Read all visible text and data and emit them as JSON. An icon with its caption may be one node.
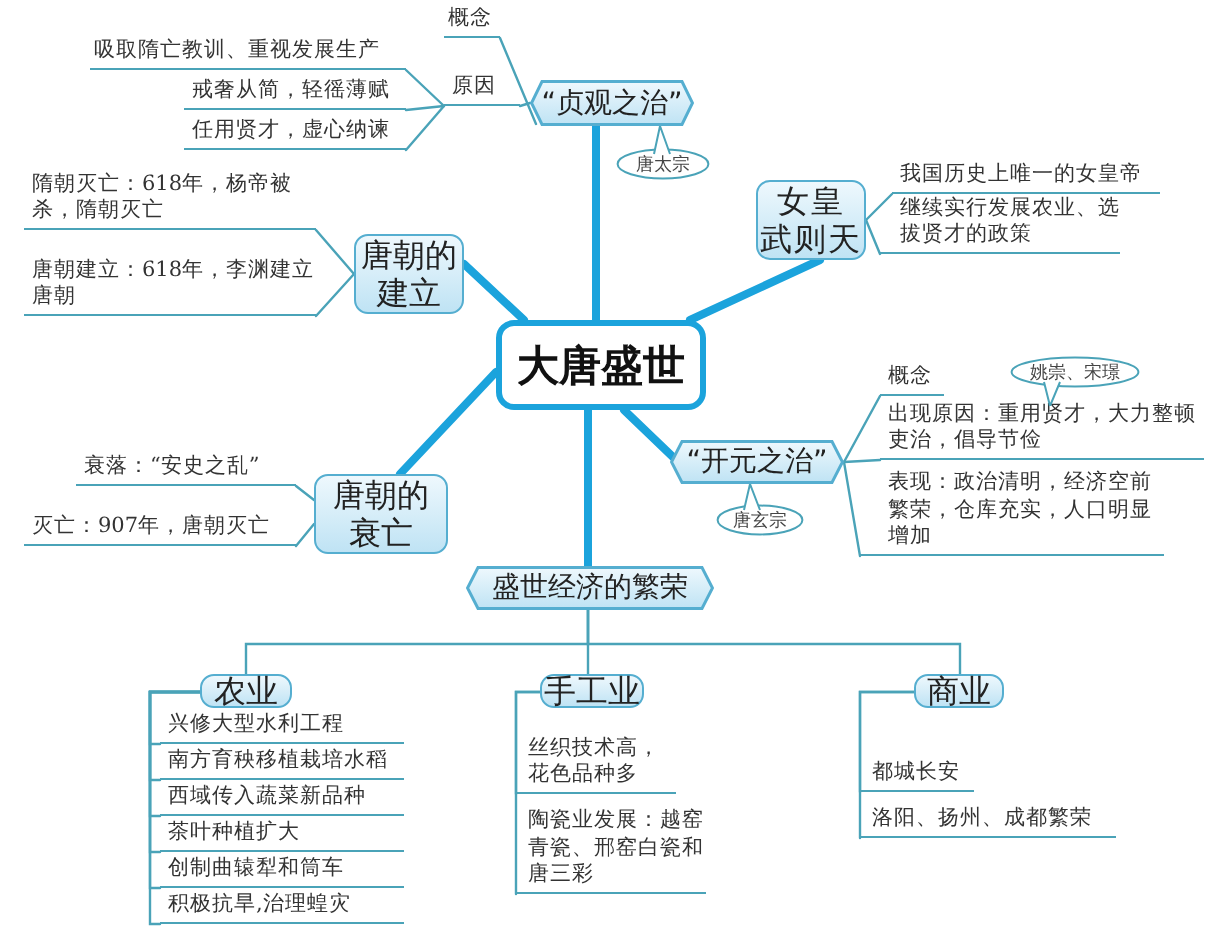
{
  "diagram": {
    "nodes": [
      {
        "text": [
          "大唐盛世"
        ]
      },
      {
        "text": [
          "“贞观之治”"
        ],
        "beside": [
          "唐太宗"
        ]
      },
      {
        "text": [
          "概念"
        ]
      },
      {
        "text": [
          "原因"
        ]
      },
      {
        "text": [
          "吸取隋亡教训、重视发展生产"
        ]
      },
      {
        "text": [
          "戒奢从简，轻徭薄赋"
        ]
      },
      {
        "text": [
          "任用贤才，虚心纳谏"
        ]
      },
      {
        "text": [
          "唐朝的建立"
        ]
      },
      {
        "text": [
          "隋朝灭亡：618年，杨帝被杀，隋朝灭亡"
        ]
      },
      {
        "text": [
          "唐朝建立：618年，李渊建立唐朝"
        ]
      },
      {
        "text": [
          "女皇武则天"
        ]
      },
      {
        "text": [
          "我国历史上唯一的女皇帝"
        ]
      },
      {
        "text": [
          "继续实行发展农业、选拔贤才的政策"
        ]
      },
      {
        "text": [
          "“开元之治”"
        ],
        "beside": [
          "唐玄宗"
        ]
      },
      {
        "text": [
          "概念"
        ]
      },
      {
        "text": [
          "出现原因：重用贤才，大力整顿吏治，倡导节俭"
        ],
        "beside": [
          "姚崇、宋璟"
        ]
      },
      {
        "text": [
          "表现：政治清明，经济空前繁荣，仓库充实，人口明显增加"
        ]
      },
      {
        "text": [
          "唐朝的衰亡"
        ]
      },
      {
        "text": [
          "衰落：“安史之乱”"
        ]
      },
      {
        "text": [
          "灭亡：907年，唐朝灭亡"
        ]
      },
      {
        "text": [
          "盛世经济的繁荣"
        ]
      },
      {
        "text": [
          "农业"
        ]
      },
      {
        "text": [
          "兴修大型水利工程"
        ]
      },
      {
        "text": [
          "南方育秧移植栽培水稻"
        ]
      },
      {
        "text": [
          "西域传入蔬菜新品种"
        ]
      },
      {
        "text": [
          "茶叶种植扩大"
        ]
      },
      {
        "text": [
          "创制曲辕犁和筒车"
        ]
      },
      {
        "text": [
          "积极抗旱,治理蝗灾"
        ]
      },
      {
        "text": [
          "手工业"
        ]
      },
      {
        "text": [
          "丝织技术高，花色品种多"
        ]
      },
      {
        "text": [
          "陶瓷业发展：越窑青瓷、邢窑白瓷和唐三彩"
        ]
      },
      {
        "text": [
          "商业"
        ]
      },
      {
        "text": [
          "都城长安"
        ]
      },
      {
        "text": [
          "洛阳、扬州、成都繁荣"
        ]
      }
    ],
    "edges": [
      {
        "from": 0,
        "to": 1,
        "arrow": "none",
        "style": "thick"
      },
      {
        "from": 0,
        "to": 7,
        "arrow": "none",
        "style": "thick"
      },
      {
        "from": 0,
        "to": 10,
        "arrow": "none",
        "style": "thick"
      },
      {
        "from": 0,
        "to": 13,
        "arrow": "none",
        "style": "thick"
      },
      {
        "from": 0,
        "to": 17,
        "arrow": "none",
        "style": "thick"
      },
      {
        "from": 0,
        "to": 20,
        "arrow": "none",
        "style": "thick"
      },
      {
        "from": 1,
        "to": 2,
        "arrow": "none"
      },
      {
        "from": 1,
        "to": 3,
        "arrow": "none"
      },
      {
        "from": 3,
        "to": 4,
        "arrow": "none"
      },
      {
        "from": 3,
        "to": 5,
        "arrow": "none"
      },
      {
        "from": 3,
        "to": 6,
        "arrow": "none"
      },
      {
        "from": 7,
        "to": 8,
        "arrow": "none"
      },
      {
        "from": 7,
        "to": 9,
        "arrow": "none"
      },
      {
        "from": 10,
        "to": 11,
        "arrow": "none"
      },
      {
        "from": 10,
        "to": 12,
        "arrow": "none"
      },
      {
        "from": 13,
        "to": 14,
        "arrow": "none"
      },
      {
        "from": 13,
        "to": 15,
        "arrow": "none"
      },
      {
        "from": 13,
        "to": 16,
        "arrow": "none"
      },
      {
        "from": 17,
        "to": 18,
        "arrow": "none"
      },
      {
        "from": 17,
        "to": 19,
        "arrow": "none"
      },
      {
        "from": 20,
        "to": 21,
        "arrow": "none"
      },
      {
        "from": 20,
        "to": 28,
        "arrow": "none"
      },
      {
        "from": 20,
        "to": 31,
        "arrow": "none"
      },
      {
        "from": 21,
        "to": 22,
        "arrow": "none"
      },
      {
        "from": 21,
        "to": 23,
        "arrow": "none"
      },
      {
        "from": 21,
        "to": 24,
        "arrow": "none"
      },
      {
        "from": 21,
        "to": 25,
        "arrow": "none"
      },
      {
        "from": 21,
        "to": 26,
        "arrow": "none"
      },
      {
        "from": 21,
        "to": 27,
        "arrow": "none"
      },
      {
        "from": 28,
        "to": 29,
        "arrow": "none"
      },
      {
        "from": 28,
        "to": 30,
        "arrow": "none"
      },
      {
        "from": 31,
        "to": 32,
        "arrow": "none"
      },
      {
        "from": 31,
        "to": 33,
        "arrow": "none"
      }
    ]
  }
}
